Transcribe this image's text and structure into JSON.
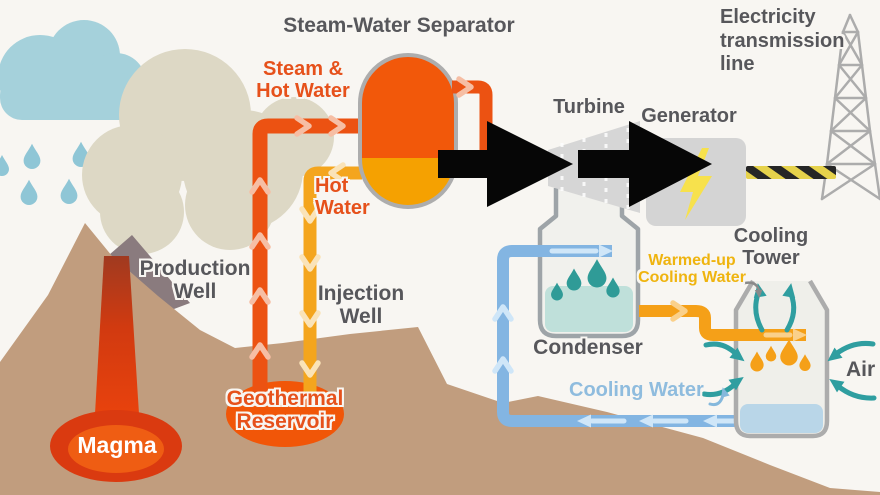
{
  "scene": "Geothermal power plant schematic diagram",
  "labels": {
    "steam_water_separator": "Steam-Water Separator",
    "electricity_transmission_line": "Electricity\ntransmission\nline",
    "turbine": "Turbine",
    "generator": "Generator",
    "steam_and_hot_water": "Steam &\nHot Water",
    "hot_water": "Hot\nWater",
    "production_well": "Production\nWell",
    "injection_well": "Injection\nWell",
    "geothermal_reservoir": "Geothermal\nReservoir",
    "magma": "Magma",
    "condenser": "Condenser",
    "warmed_up_cooling_water": "Warmed-up\nCooling Water",
    "cooling_tower": "Cooling\nTower",
    "cooling_water": "Cooling Water",
    "air": "Air"
  },
  "colors": {
    "background": "#F8F6F2",
    "steam_pipe_red": "#EC5212",
    "hot_water_pipe_amber": "#F4A51D",
    "cooling_water_pipe_blue": "#83B5E2",
    "warmed_water_pipe_orange": "#F5A018",
    "air_arrow_teal": "#2F9EA0",
    "label_dark_gray": "#57575B",
    "label_orange_red": "#E6511B",
    "label_amber": "#EFB40F",
    "label_light_blue": "#8FBCDE",
    "separator_top_red": "#F2580A",
    "separator_bottom_amber": "#F5A101",
    "magma_red": "#DA3A10",
    "mountain_tan": "#C19D7E",
    "rain_cloud_blue": "#A5D1DB",
    "steam_cloud_beige": "#DDD8C5",
    "flow_arrow_black": "#060606"
  }
}
